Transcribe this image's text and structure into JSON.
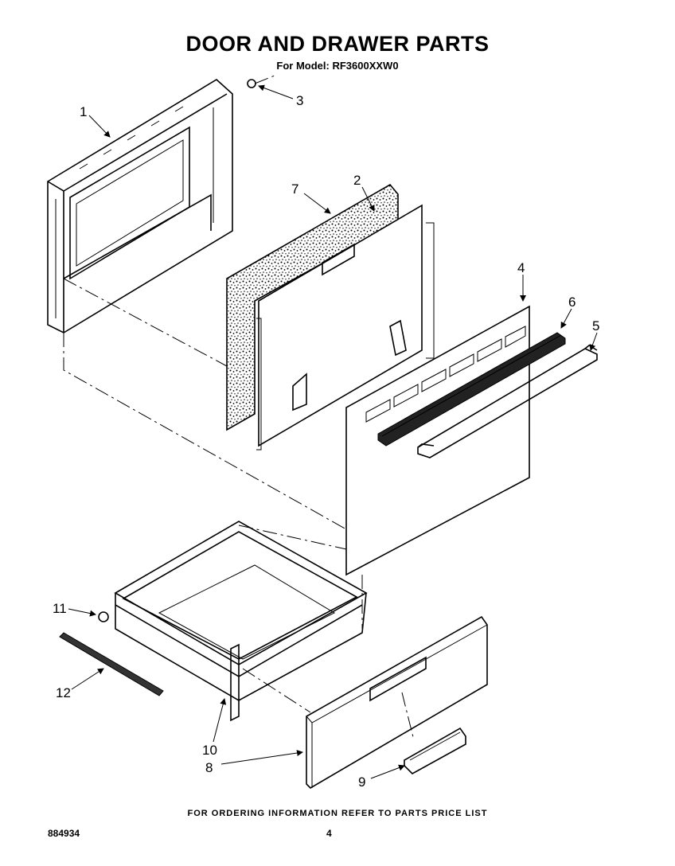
{
  "header": {
    "title": "DOOR AND DRAWER PARTS",
    "subtitle": "For Model: RF3600XXW0"
  },
  "callouts": [
    {
      "id": "1",
      "label": "1"
    },
    {
      "id": "2",
      "label": "2"
    },
    {
      "id": "3",
      "label": "3"
    },
    {
      "id": "4",
      "label": "4"
    },
    {
      "id": "5",
      "label": "5"
    },
    {
      "id": "6",
      "label": "6"
    },
    {
      "id": "7",
      "label": "7"
    },
    {
      "id": "8",
      "label": "8"
    },
    {
      "id": "9",
      "label": "9"
    },
    {
      "id": "10",
      "label": "10"
    },
    {
      "id": "11",
      "label": "11"
    },
    {
      "id": "12",
      "label": "12"
    }
  ],
  "footer": {
    "note": "FOR ORDERING INFORMATION REFER TO PARTS PRICE LIST",
    "doc_number": "884934",
    "page_number": "4"
  }
}
